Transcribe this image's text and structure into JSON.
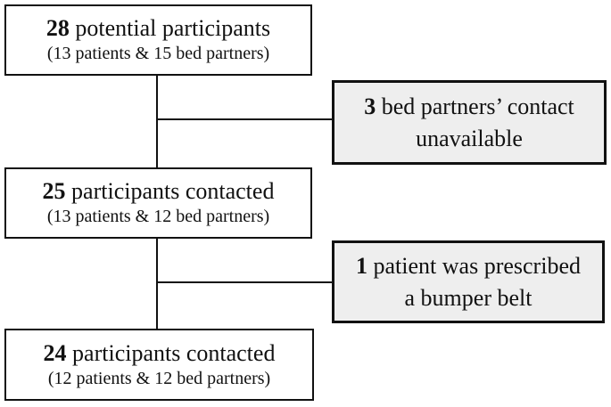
{
  "flow": {
    "step1": {
      "number": "28",
      "label": "potential participants",
      "detail": "(13 patients & 15 bed partners)"
    },
    "exclusion1": {
      "number": "3",
      "line1": "bed partners’ contact",
      "line2": "unavailable"
    },
    "step2": {
      "number": "25",
      "label": "participants contacted",
      "detail": "(13 patients & 12 bed partners)"
    },
    "exclusion2": {
      "number": "1",
      "line1": "patient was prescribed",
      "line2": "a bumper belt"
    },
    "step3": {
      "number": "24",
      "label": "participants contacted",
      "detail": "(12 patients & 12 bed partners)"
    }
  },
  "colors": {
    "border": "#111111",
    "exclusion_fill": "#eeeeee",
    "box_fill": "#ffffff",
    "background": "#ffffff"
  }
}
